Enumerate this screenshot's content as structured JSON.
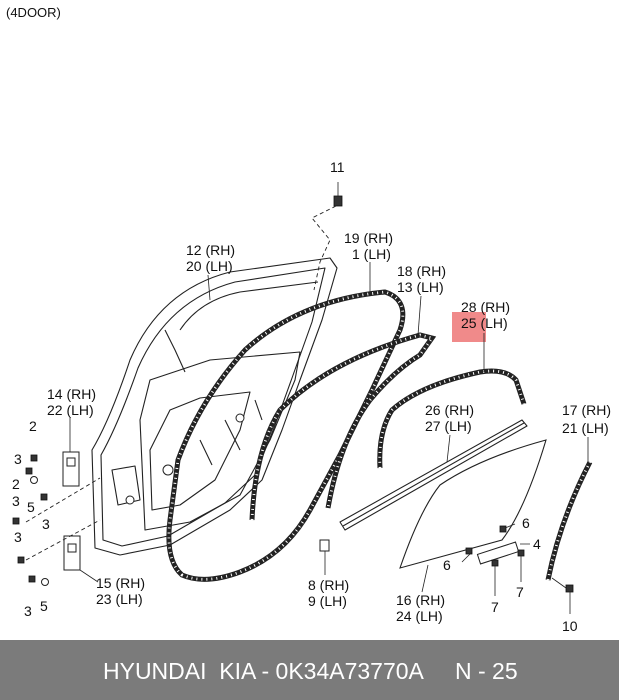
{
  "variant_label": "(4DOOR)",
  "highlight_color": "#f08a8a",
  "callouts": {
    "c11": "11",
    "c12": "12 (RH)",
    "c20": "20 (LH)",
    "c19": "19 (RH)",
    "c1": "1 (LH)",
    "c18": "18 (RH)",
    "c13": "13 (LH)",
    "c28": "28 (RH)",
    "c25": "25 (LH)",
    "c14": "14 (RH)",
    "c22": "22 (LH)",
    "c26": "26 (RH)",
    "c27": "27 (LH)",
    "c17": "17 (RH)",
    "c21": "21 (LH)",
    "c2a": "2",
    "c3a": "3",
    "c2b": "2",
    "c5a": "5",
    "c3b": "3",
    "c3c": "3",
    "c3d": "3",
    "c3e": "3",
    "c5b": "5",
    "c15": "15 (RH)",
    "c23": "23 (LH)",
    "c8": "8 (RH)",
    "c9": "9 (LH)",
    "c16": "16 (RH)",
    "c24": "24 (LH)",
    "c6a": "6",
    "c4": "4",
    "c6b": "6",
    "c7a": "7",
    "c7b": "7",
    "c10": "10"
  },
  "footer": {
    "text": "HYUNDAI  KIA - 0K34A73770A",
    "page": "N - 25"
  }
}
